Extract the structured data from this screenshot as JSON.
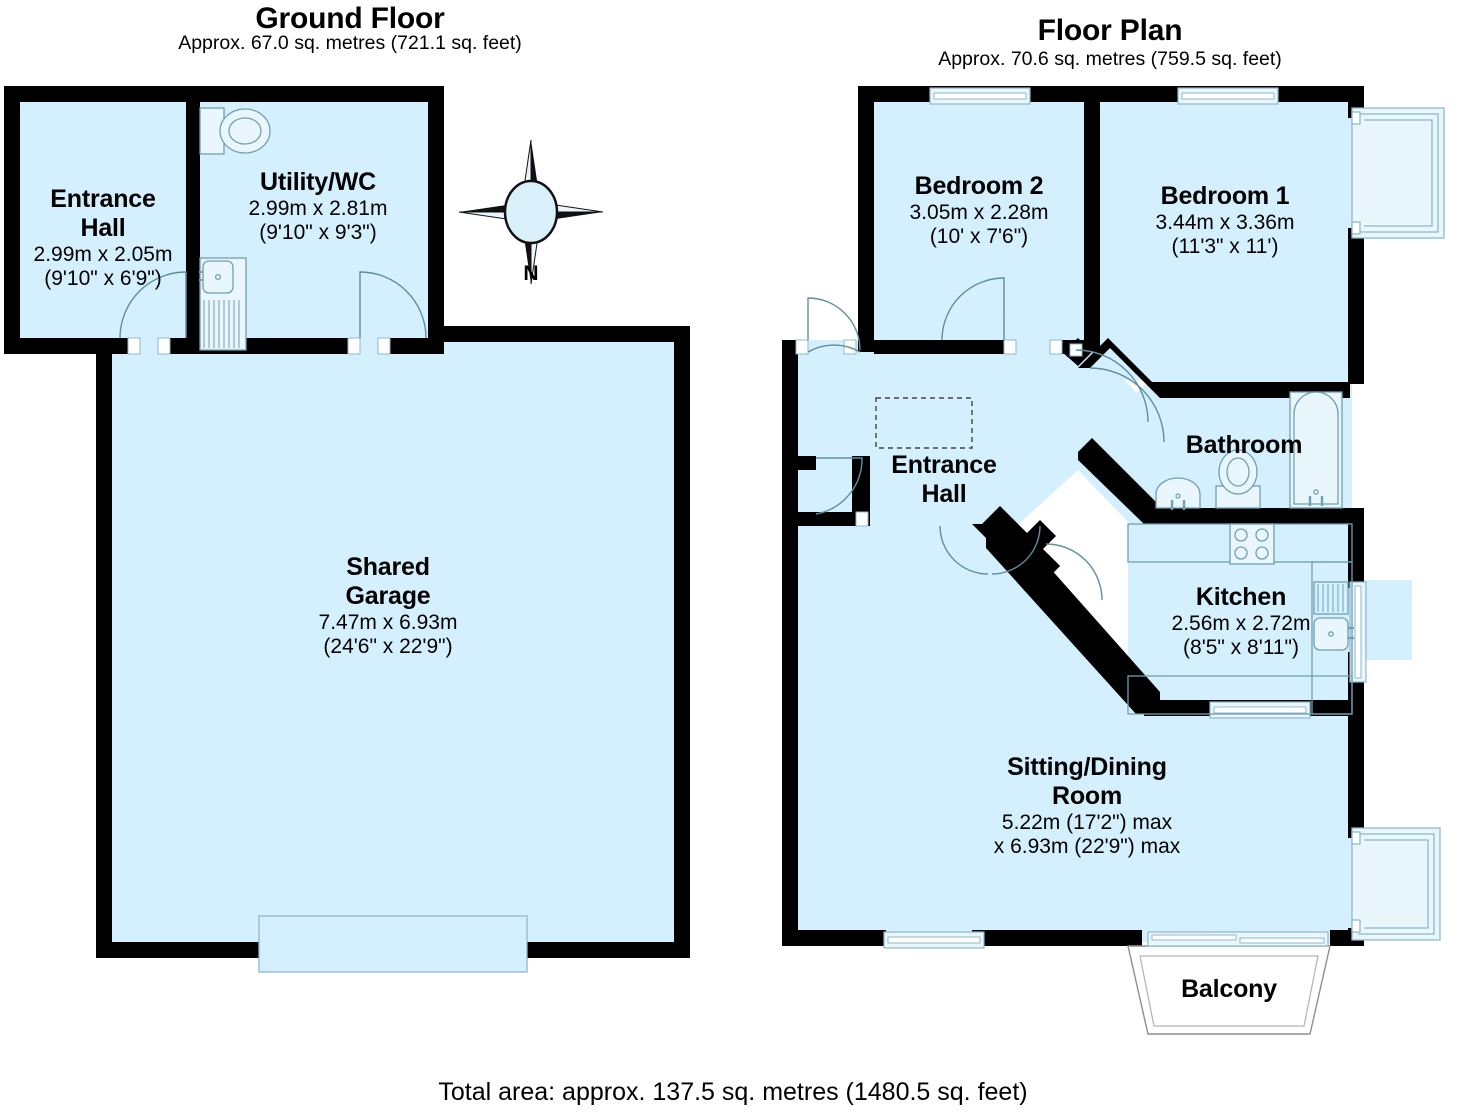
{
  "colors": {
    "room_fill": "#d4effd",
    "wall": "#000000",
    "window_frame": "#9fc4d4",
    "window_fill": "#e9f6fc",
    "text": "#000000",
    "fixture_stroke": "#7ba9bd"
  },
  "left_plan": {
    "title": "Ground Floor",
    "subtitle": "Approx. 67.0 sq. metres (721.1 sq. feet)",
    "rooms": [
      {
        "name": "Entrance Hall",
        "name_line1": "Entrance",
        "name_line2": "Hall",
        "dims_metric": "2.99m x 2.05m",
        "dims_imperial": "(9'10\" x 6'9\")"
      },
      {
        "name": "Utility/WC",
        "name_line1": "Utility/WC",
        "dims_metric": "2.99m x 2.81m",
        "dims_imperial": "(9'10\" x 9'3\")"
      },
      {
        "name": "Shared Garage",
        "name_line1": "Shared",
        "name_line2": "Garage",
        "dims_metric": "7.47m x 6.93m",
        "dims_imperial": "(24'6\" x 22'9\")"
      }
    ],
    "compass": {
      "label": "N"
    }
  },
  "right_plan": {
    "title": "Floor Plan",
    "subtitle": "Approx. 70.6 sq. metres (759.5 sq. feet)",
    "rooms": [
      {
        "name": "Bedroom 2",
        "name_line1": "Bedroom 2",
        "dims_metric": "3.05m x 2.28m",
        "dims_imperial": "(10' x 7'6\")"
      },
      {
        "name": "Bedroom 1",
        "name_line1": "Bedroom 1",
        "dims_metric": "3.44m x 3.36m",
        "dims_imperial": "(11'3\" x 11')"
      },
      {
        "name": "Entrance Hall",
        "name_line1": "Entrance",
        "name_line2": "Hall",
        "dims_metric": "",
        "dims_imperial": ""
      },
      {
        "name": "Bathroom",
        "name_line1": "Bathroom",
        "dims_metric": "",
        "dims_imperial": ""
      },
      {
        "name": "Kitchen",
        "name_line1": "Kitchen",
        "dims_metric": "2.56m x 2.72m",
        "dims_imperial": "(8'5\" x 8'11\")"
      },
      {
        "name": "Sitting/Dining Room",
        "name_line1": "Sitting/Dining",
        "name_line2": "Room",
        "dims_metric": "5.22m (17'2\") max",
        "dims_imperial": "x 6.93m (22'9\") max"
      },
      {
        "name": "Balcony",
        "name_line1": "Balcony",
        "dims_metric": "",
        "dims_imperial": ""
      }
    ]
  },
  "footer": {
    "total_area": "Total area: approx. 137.5 sq. metres (1480.5 sq. feet)"
  }
}
